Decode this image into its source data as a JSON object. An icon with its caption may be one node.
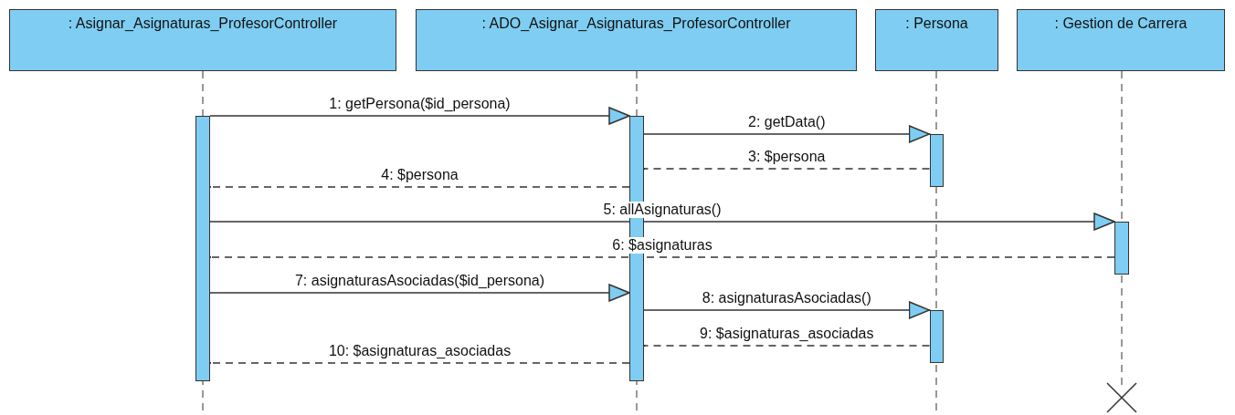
{
  "diagram": {
    "nodes": [
      {
        "text": [
          ": Asignar_Asignaturas_ProfesorController"
        ]
      },
      {
        "text": [
          ": ADO_Asignar_Asignaturas_ProfesorController"
        ]
      },
      {
        "text": [
          ": Persona"
        ]
      },
      {
        "text": [
          ": Gestion de Carrera"
        ]
      },
      {
        "text": [],
        "shape": "bar"
      },
      {
        "text": [],
        "shape": "bar"
      },
      {
        "text": [],
        "shape": "bar"
      },
      {
        "text": [],
        "shape": "bar"
      },
      {
        "text": [],
        "shape": "bar"
      }
    ],
    "edges": [
      {
        "from": 4,
        "to": 5,
        "arrow": "to",
        "label": "1: getPersona($id_persona)"
      },
      {
        "from": 5,
        "to": 6,
        "arrow": "to",
        "label": "2: getData()"
      },
      {
        "from": 6,
        "to": 5,
        "arrow": "to",
        "label": "3: $persona",
        "style": "dashed"
      },
      {
        "from": 5,
        "to": 4,
        "arrow": "to",
        "label": "4: $persona",
        "style": "dashed"
      },
      {
        "from": 4,
        "to": 8,
        "arrow": "to",
        "label": "5: allAsignaturas()"
      },
      {
        "from": 8,
        "to": 4,
        "arrow": "to",
        "label": "6: $asignaturas",
        "style": "dashed"
      },
      {
        "from": 4,
        "to": 5,
        "arrow": "to",
        "label": "7: asignaturasAsociadas($id_persona)"
      },
      {
        "from": 5,
        "to": 7,
        "arrow": "to",
        "label": "8: asignaturasAsociadas()"
      },
      {
        "from": 7,
        "to": 5,
        "arrow": "to",
        "label": "9: $asignaturas_asociadas",
        "style": "dashed"
      },
      {
        "from": 5,
        "to": 4,
        "arrow": "to",
        "label": "10: $asignaturas_asociadas",
        "style": "dashed"
      }
    ]
  }
}
